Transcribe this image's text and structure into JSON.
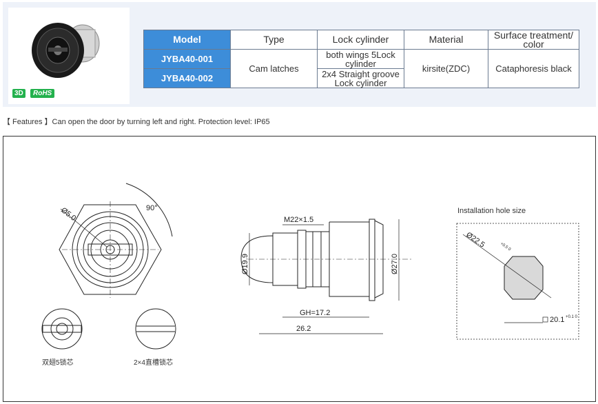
{
  "badges": {
    "three_d": "3D",
    "rohs": "RoHS"
  },
  "table": {
    "headers": [
      "Model",
      "Type",
      "Lock cylinder",
      "Material",
      "Surface treatment/ color"
    ],
    "models": [
      "JYBA40-001",
      "JYBA40-002"
    ],
    "type": "Cam latches",
    "lock_cylinders": [
      "both wings 5Lock cylinder",
      "2x4 Straight groove Lock cylinder"
    ],
    "material": "kirsite(ZDC)",
    "surface": "Cataphoresis black"
  },
  "features": "【 Features 】Can open the door by turning left and right. Protection level: IP65",
  "drawing": {
    "front_view": {
      "rotation": "90°",
      "diameter": "Ø5.0"
    },
    "side_view": {
      "thread": "M22×1.5",
      "left_diameter": "Ø19.9",
      "right_diameter": "Ø27.0",
      "gh": "GH=17.2",
      "length": "26.2"
    },
    "captions": {
      "wing_cylinder": "双翅5锁芯",
      "groove_cylinder": "2×4直槽锁芯"
    },
    "install": {
      "label": "Installation hole size",
      "diameter": "Ø22.5",
      "diameter_tol": "+0.5 0",
      "flat": "20.1",
      "flat_tol": "+0.1 0"
    }
  },
  "colors": {
    "header_blue": "#3d8dd9",
    "panel": "#eef2f9",
    "rohs_green": "#23b14d"
  }
}
